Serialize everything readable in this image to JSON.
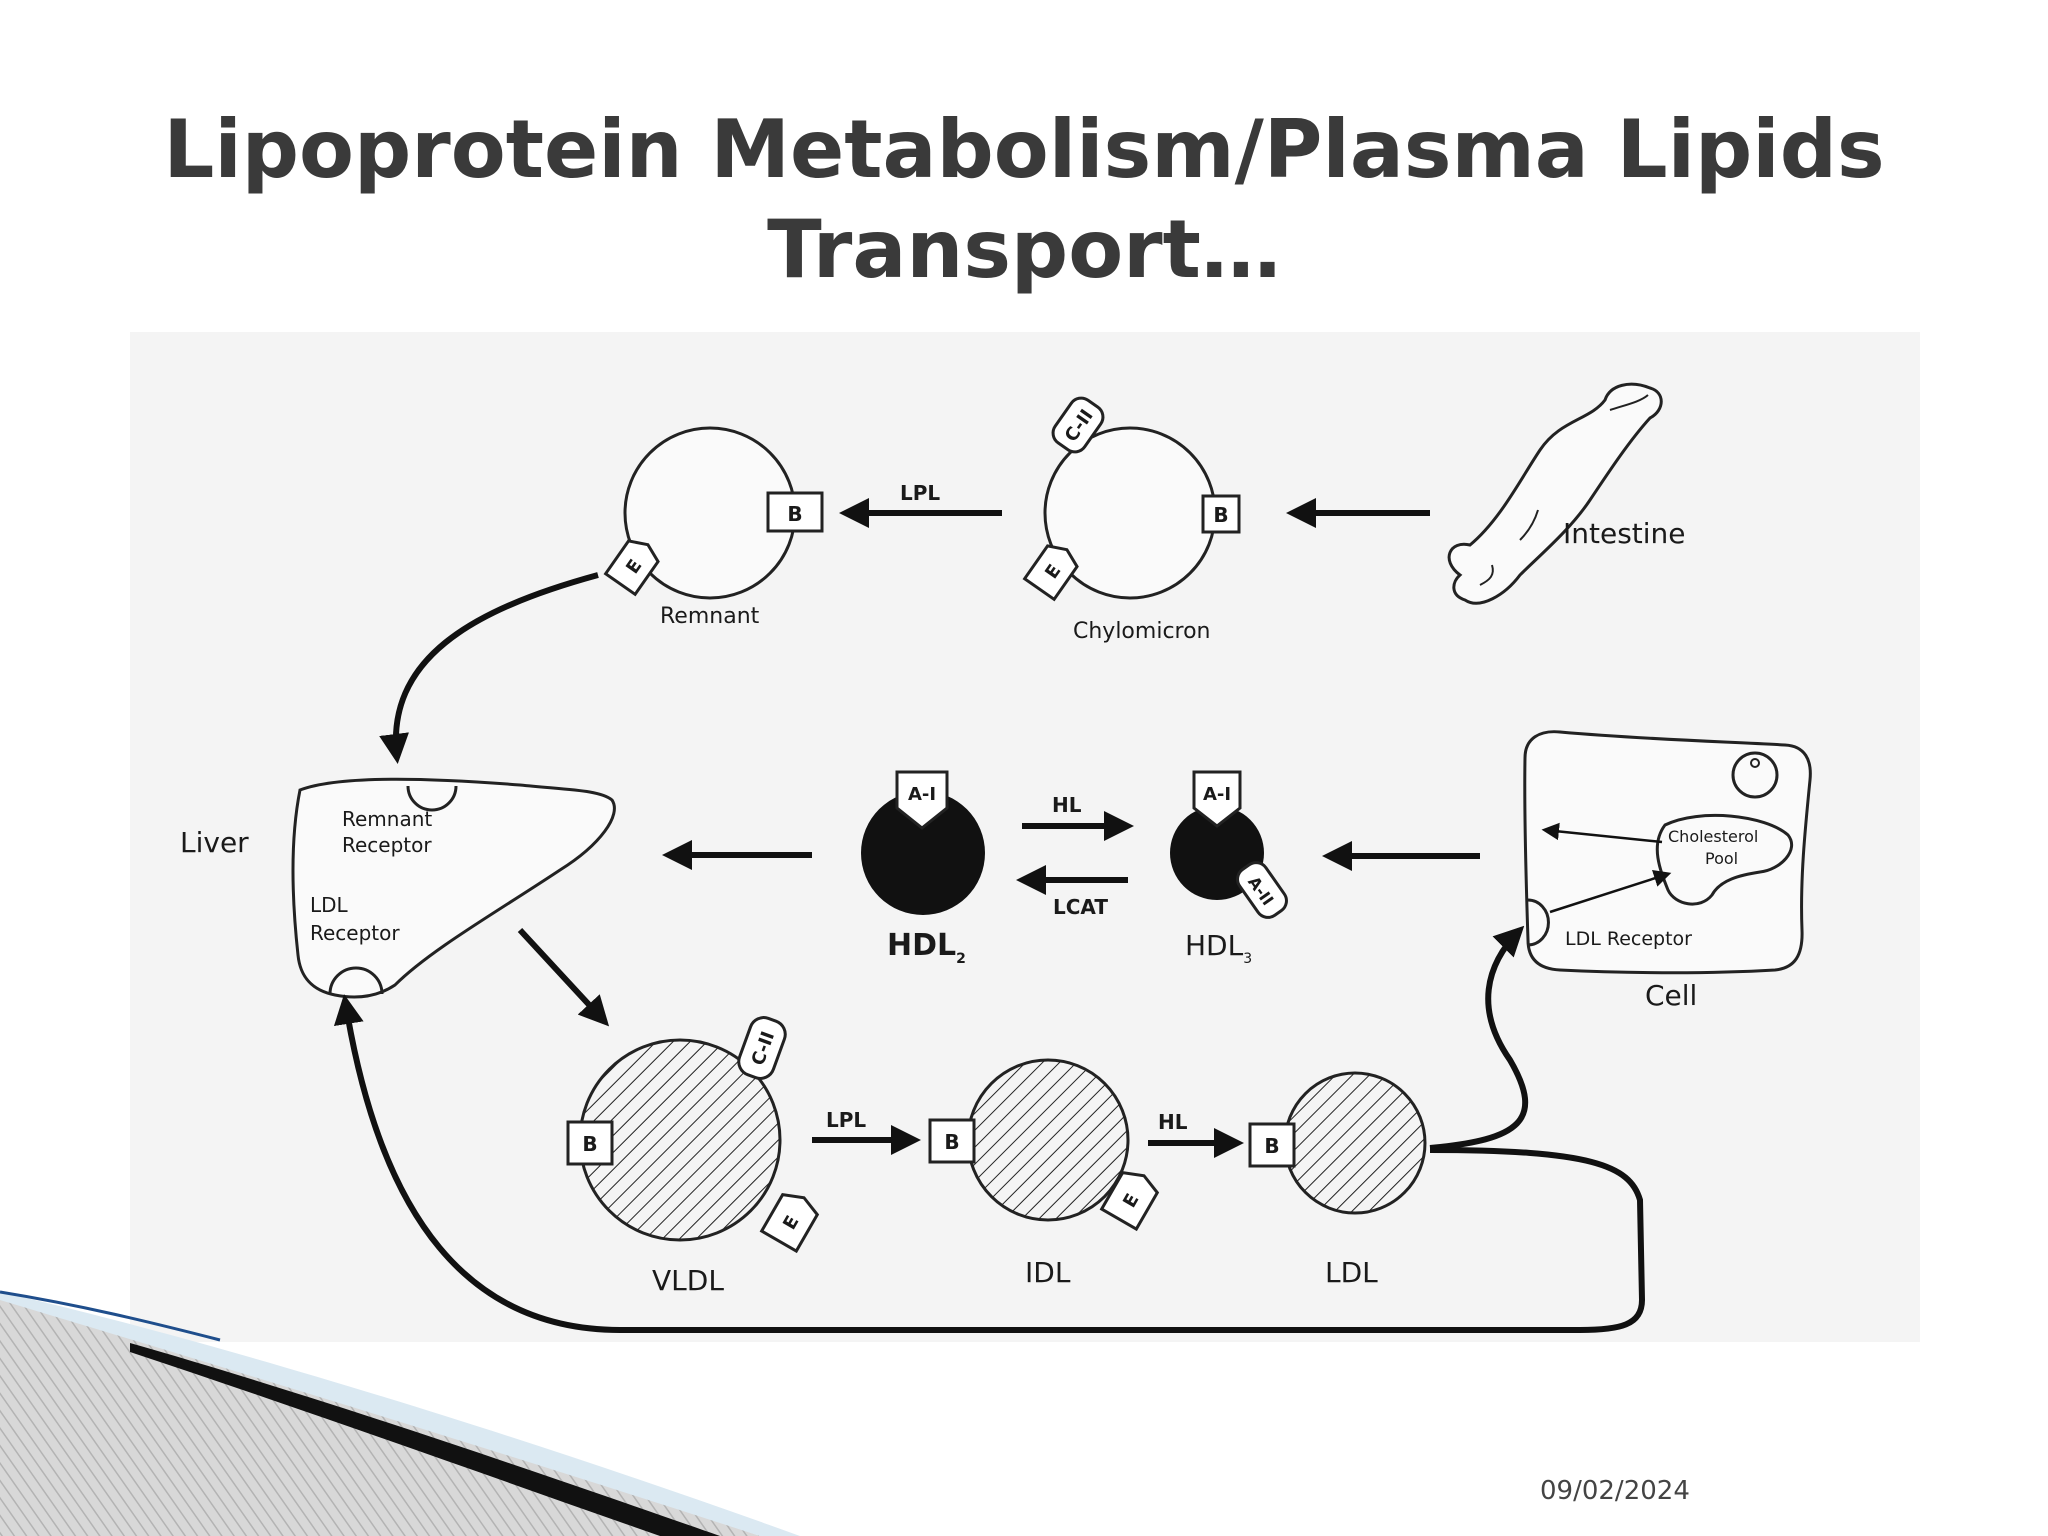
{
  "slide": {
    "title_line1": "Lipoprotein Metabolism/Plasma Lipids",
    "title_line2": "Transport…",
    "date": "09/02/2024"
  },
  "diagram": {
    "intestine": "Intestine",
    "chylomicron": "Chylomicron",
    "remnant": "Remnant",
    "liver": "Liver",
    "remnant_receptor_1": "Remnant",
    "remnant_receptor_2": "Receptor",
    "ldl_receptor_1": "LDL",
    "ldl_receptor_2": "Receptor",
    "cell": "Cell",
    "cholesterol_pool_1": "Cholesterol",
    "cholesterol_pool_2": "Pool",
    "cell_ldl_receptor": "LDL Receptor",
    "hdl2": "HDL",
    "hdl2_sub": "2",
    "hdl3": "HDL",
    "hdl3_sub": "3",
    "vldl": "VLDL",
    "idl": "IDL",
    "ldl": "LDL",
    "enzymes": {
      "lpl": "LPL",
      "hl": "HL",
      "lcat": "LCAT"
    },
    "apo": {
      "b": "B",
      "e": "E",
      "cii": "C-II",
      "ai": "A-I",
      "aii": "A-II"
    }
  },
  "colors": {
    "title": "#3a3a3a",
    "ink": "#1a1a1a",
    "panel": "#f4f4f4",
    "accent": "#1f4e8c"
  }
}
